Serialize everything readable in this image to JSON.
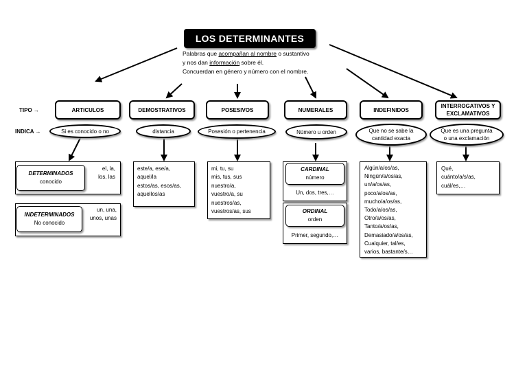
{
  "title": "LOS DETERMINANTES",
  "intro": {
    "l1_a": "Palabras que ",
    "l1_b": "acompañan al nombre",
    "l1_c": " o sustantivo",
    "l2_a": "y nos dan ",
    "l2_b": "información",
    "l2_c": " sobre él.",
    "l3": "Concuerdan en género y número con el nombre."
  },
  "labels": {
    "tipo": "TIPO →",
    "indica": "INDICA →"
  },
  "types": [
    {
      "name": "ARTICULOS",
      "indica": "Si es conocido o no"
    },
    {
      "name": "DEMOSTRATIVOS",
      "indica": "distancia"
    },
    {
      "name": "POSESIVOS",
      "indica": "Posesión o pertenencia"
    },
    {
      "name": "NUMERALES",
      "indica": "Número u orden"
    },
    {
      "name": "INDEFINIDOS",
      "indica_1": "Que no se sabe la",
      "indica_2": "cantidad exacta"
    },
    {
      "name_1": "INTERROGATIVOS Y",
      "name_2": "EXCLAMATIVOS",
      "indica_1": "Que es una pregunta",
      "indica_2": "o una exclamación"
    }
  ],
  "articulos": {
    "det_title": "DETERMINADOS",
    "det_sub": "conocido",
    "det_words_1": "el, la,",
    "det_words_2": "los, las",
    "indet_title": "INDETERMINADOS",
    "indet_sub": "No conocido",
    "indet_words_1": "un, una,",
    "indet_words_2": "unos, unas"
  },
  "demostrativos": [
    "este/a, ese/a,",
    "aquel/la",
    "estos/as, esos/as,",
    "aquellos/as"
  ],
  "posesivos": [
    "mi, tu, su",
    "mis, tus, sus",
    "nuestro/a,",
    "vuestro/a, su",
    "nuestros/as,",
    "vuestros/as, sus"
  ],
  "numerales": {
    "card_title": "CARDINAL",
    "card_sub": "número",
    "card_ex": "Un, dos, tres,…",
    "ord_title": "ORDINAL",
    "ord_sub": "orden",
    "ord_ex": "Primer, segundo,…"
  },
  "indefinidos": [
    "Algún/a/os/as,",
    "Ningún/a/os/as,",
    "un/a/os/as,",
    "poco/a/os/as,",
    "mucho/a/os/as,",
    "Todo/a/os/as,",
    "Otro/a/os/as,",
    "Tanto/a/os/as,",
    "Demasiado/a/os/as,",
    "Cualquier, tal/es,",
    "varios, bastante/s…"
  ],
  "interrogativos": [
    "Qué,",
    "cuánto/a/s/as,",
    "cuál/es,…"
  ]
}
